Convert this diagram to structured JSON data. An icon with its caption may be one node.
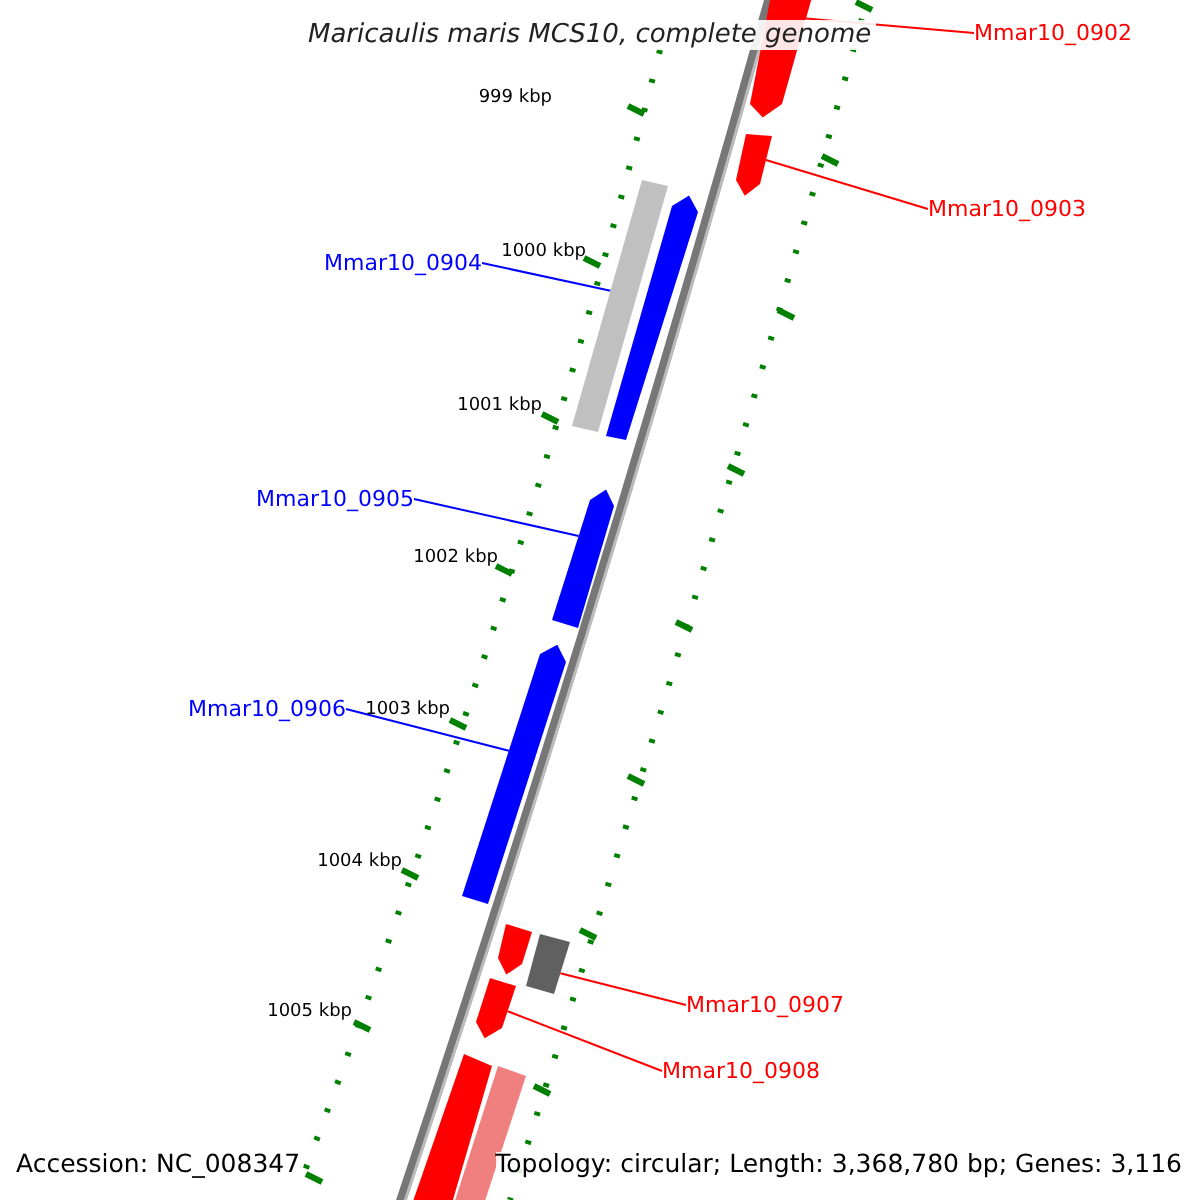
{
  "diagram": {
    "title": "Maricaulis maris MCS10, complete genome",
    "nodes": [
      {
        "text": [
          "Mmar10_0902"
        ]
      },
      {
        "text": [],
        "shape": "pentagon"
      },
      {
        "text": [
          "Mmar10_0903"
        ]
      },
      {
        "text": [],
        "shape": "pentagon"
      },
      {
        "text": [
          "Mmar10_0904"
        ]
      },
      {
        "text": [],
        "shape": "bar"
      },
      {
        "text": [
          "Mmar10_0905"
        ]
      },
      {
        "text": [],
        "shape": "pentagon"
      },
      {
        "text": [
          "Mmar10_0906"
        ]
      },
      {
        "text": [],
        "shape": "pentagon"
      },
      {
        "text": [
          "Mmar10_0907"
        ]
      },
      {
        "text": [],
        "shape": "bar"
      },
      {
        "text": [
          "Mmar10_0908"
        ]
      },
      {
        "text": [],
        "shape": "pentagon"
      },
      {
        "text": [],
        "shape": "pentagon"
      },
      {
        "text": [],
        "shape": "pentagon"
      },
      {
        "text": [],
        "shape": "bar"
      },
      {
        "text": [],
        "shape": "bar"
      }
    ],
    "edges": [
      {
        "from": 0,
        "to": 1,
        "arrow": "none"
      },
      {
        "from": 2,
        "to": 3,
        "arrow": "none"
      },
      {
        "from": 4,
        "to": 5,
        "arrow": "none",
        "color": "#0000ff"
      },
      {
        "from": 6,
        "to": 7,
        "arrow": "none",
        "color": "#0000ff"
      },
      {
        "from": 8,
        "to": 9,
        "arrow": "none",
        "color": "#0000ff"
      },
      {
        "from": 10,
        "to": 11,
        "arrow": "none"
      },
      {
        "from": 12,
        "to": 13,
        "arrow": "none"
      }
    ],
    "labels": [
      "999 kbp",
      "1000 kbp",
      "1001 kbp",
      "1002 kbp",
      "1003 kbp",
      "1004 kbp",
      "1005 kbp",
      "Accession: NC_008347",
      "Topology: circular; Length: 3,368,780 bp; Genes: 3,116"
    ]
  }
}
